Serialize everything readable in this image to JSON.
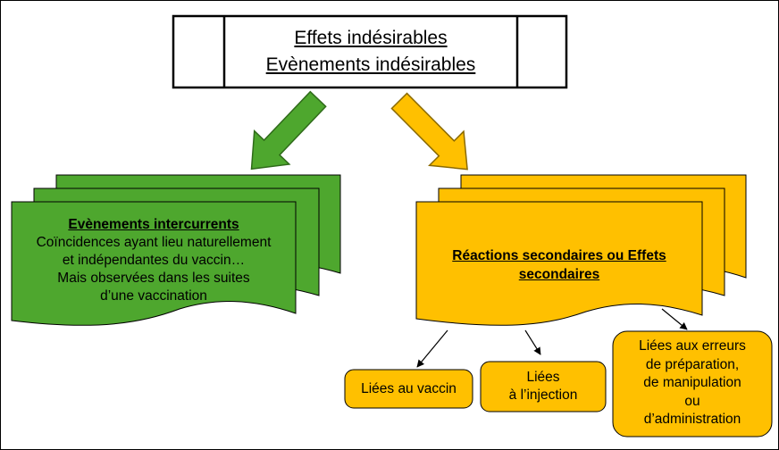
{
  "title": {
    "line1": "Effets indésirables",
    "line2": "Evènements indésirables"
  },
  "colors": {
    "green": "#4ea72e",
    "yellow": "#ffc000"
  },
  "green_box": {
    "heading": "Evènements intercurrents",
    "lines": [
      "Coïncidences ayant lieu naturellement",
      "et indépendantes du vaccin…",
      "Mais observées dans les suites",
      "d’une vaccination"
    ]
  },
  "yellow_box": {
    "heading": "Réactions secondaires ou Effets secondaires"
  },
  "sub_boxes": [
    {
      "lines": [
        "Liées au vaccin"
      ]
    },
    {
      "lines": [
        "Liées",
        "à l’injection"
      ]
    },
    {
      "lines": [
        "Liées aux erreurs",
        "de préparation,",
        "de manipulation",
        "ou",
        "d’administration"
      ]
    }
  ]
}
